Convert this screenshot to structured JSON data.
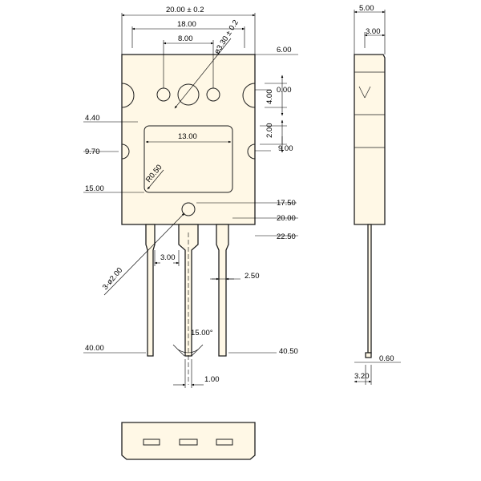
{
  "colors": {
    "body_fill": "#fff8e6",
    "outline": "#1e1e1e",
    "text": "#000000",
    "background": "#ffffff"
  },
  "front_view": {
    "top_dims": {
      "overall_width": "20.00 ± 0.2",
      "hole_span": "18.00",
      "center_span": "8.00",
      "mount_hole_dia": "ø3.30 ± 0.2"
    },
    "right_dims": {
      "top_offset": "6.00",
      "hole_height": "4.00",
      "hole_zero": "0.00",
      "window_gap": "2.00",
      "lower_hole": "9.00",
      "pin_hole": "17.50",
      "body_height": "20.00",
      "shoulder": "22.50",
      "right_lead": "40.50"
    },
    "left_dims": {
      "notch_top": "4.40",
      "notch_mid": "9.70",
      "window_bottom": "15.00",
      "left_lead": "40.00",
      "pin_holes": "3-ø2.00"
    },
    "window": {
      "width": "13.00",
      "corner_radius": "R0.50"
    },
    "lead_dims": {
      "lead_pitch": "3.00",
      "lead_width": "2.50",
      "bend_angle": "15.00°",
      "lead_thickness": "1.00"
    }
  },
  "side_view": {
    "overall_thickness": "5.00",
    "tab_thickness": "3.00",
    "lead_thickness": "0.60",
    "lead_offset": "3.20"
  }
}
